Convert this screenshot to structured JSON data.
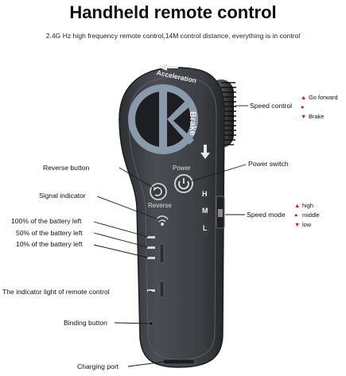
{
  "header": {
    "title": "Handheld remote control",
    "subtitle": "2.4G Hz high frequency remote control,14M control distance, everything is in control"
  },
  "device": {
    "acceleration_label": "Acceleration",
    "brake_label": "Brake",
    "power_label": "Power",
    "reverse_label": "Reverse",
    "mode_h": "H",
    "mode_m": "M",
    "mode_l": "L",
    "logo_letter": "K"
  },
  "callouts": {
    "reverse_button": "Reverse button",
    "signal_indicator": "Signal indicator",
    "battery_100": "100% of the battery left",
    "battery_50": "50% of the battery left",
    "battery_10": "10% of the battery left",
    "indicator_light": "The indicator light of remote control",
    "binding_button": "Binding button",
    "charging_port": "Charging port",
    "speed_control": "Speed control",
    "power_switch": "Power switch",
    "speed_mode": "Speed mode"
  },
  "speed_control_legend": {
    "forward": "Go forward",
    "brake": "Brake"
  },
  "speed_mode_legend": {
    "high": "high",
    "middle": "middle",
    "low": "low"
  },
  "colors": {
    "legend_marker": "#d21a1a",
    "body": "#3a3d42",
    "logo": "#8a9aab"
  }
}
